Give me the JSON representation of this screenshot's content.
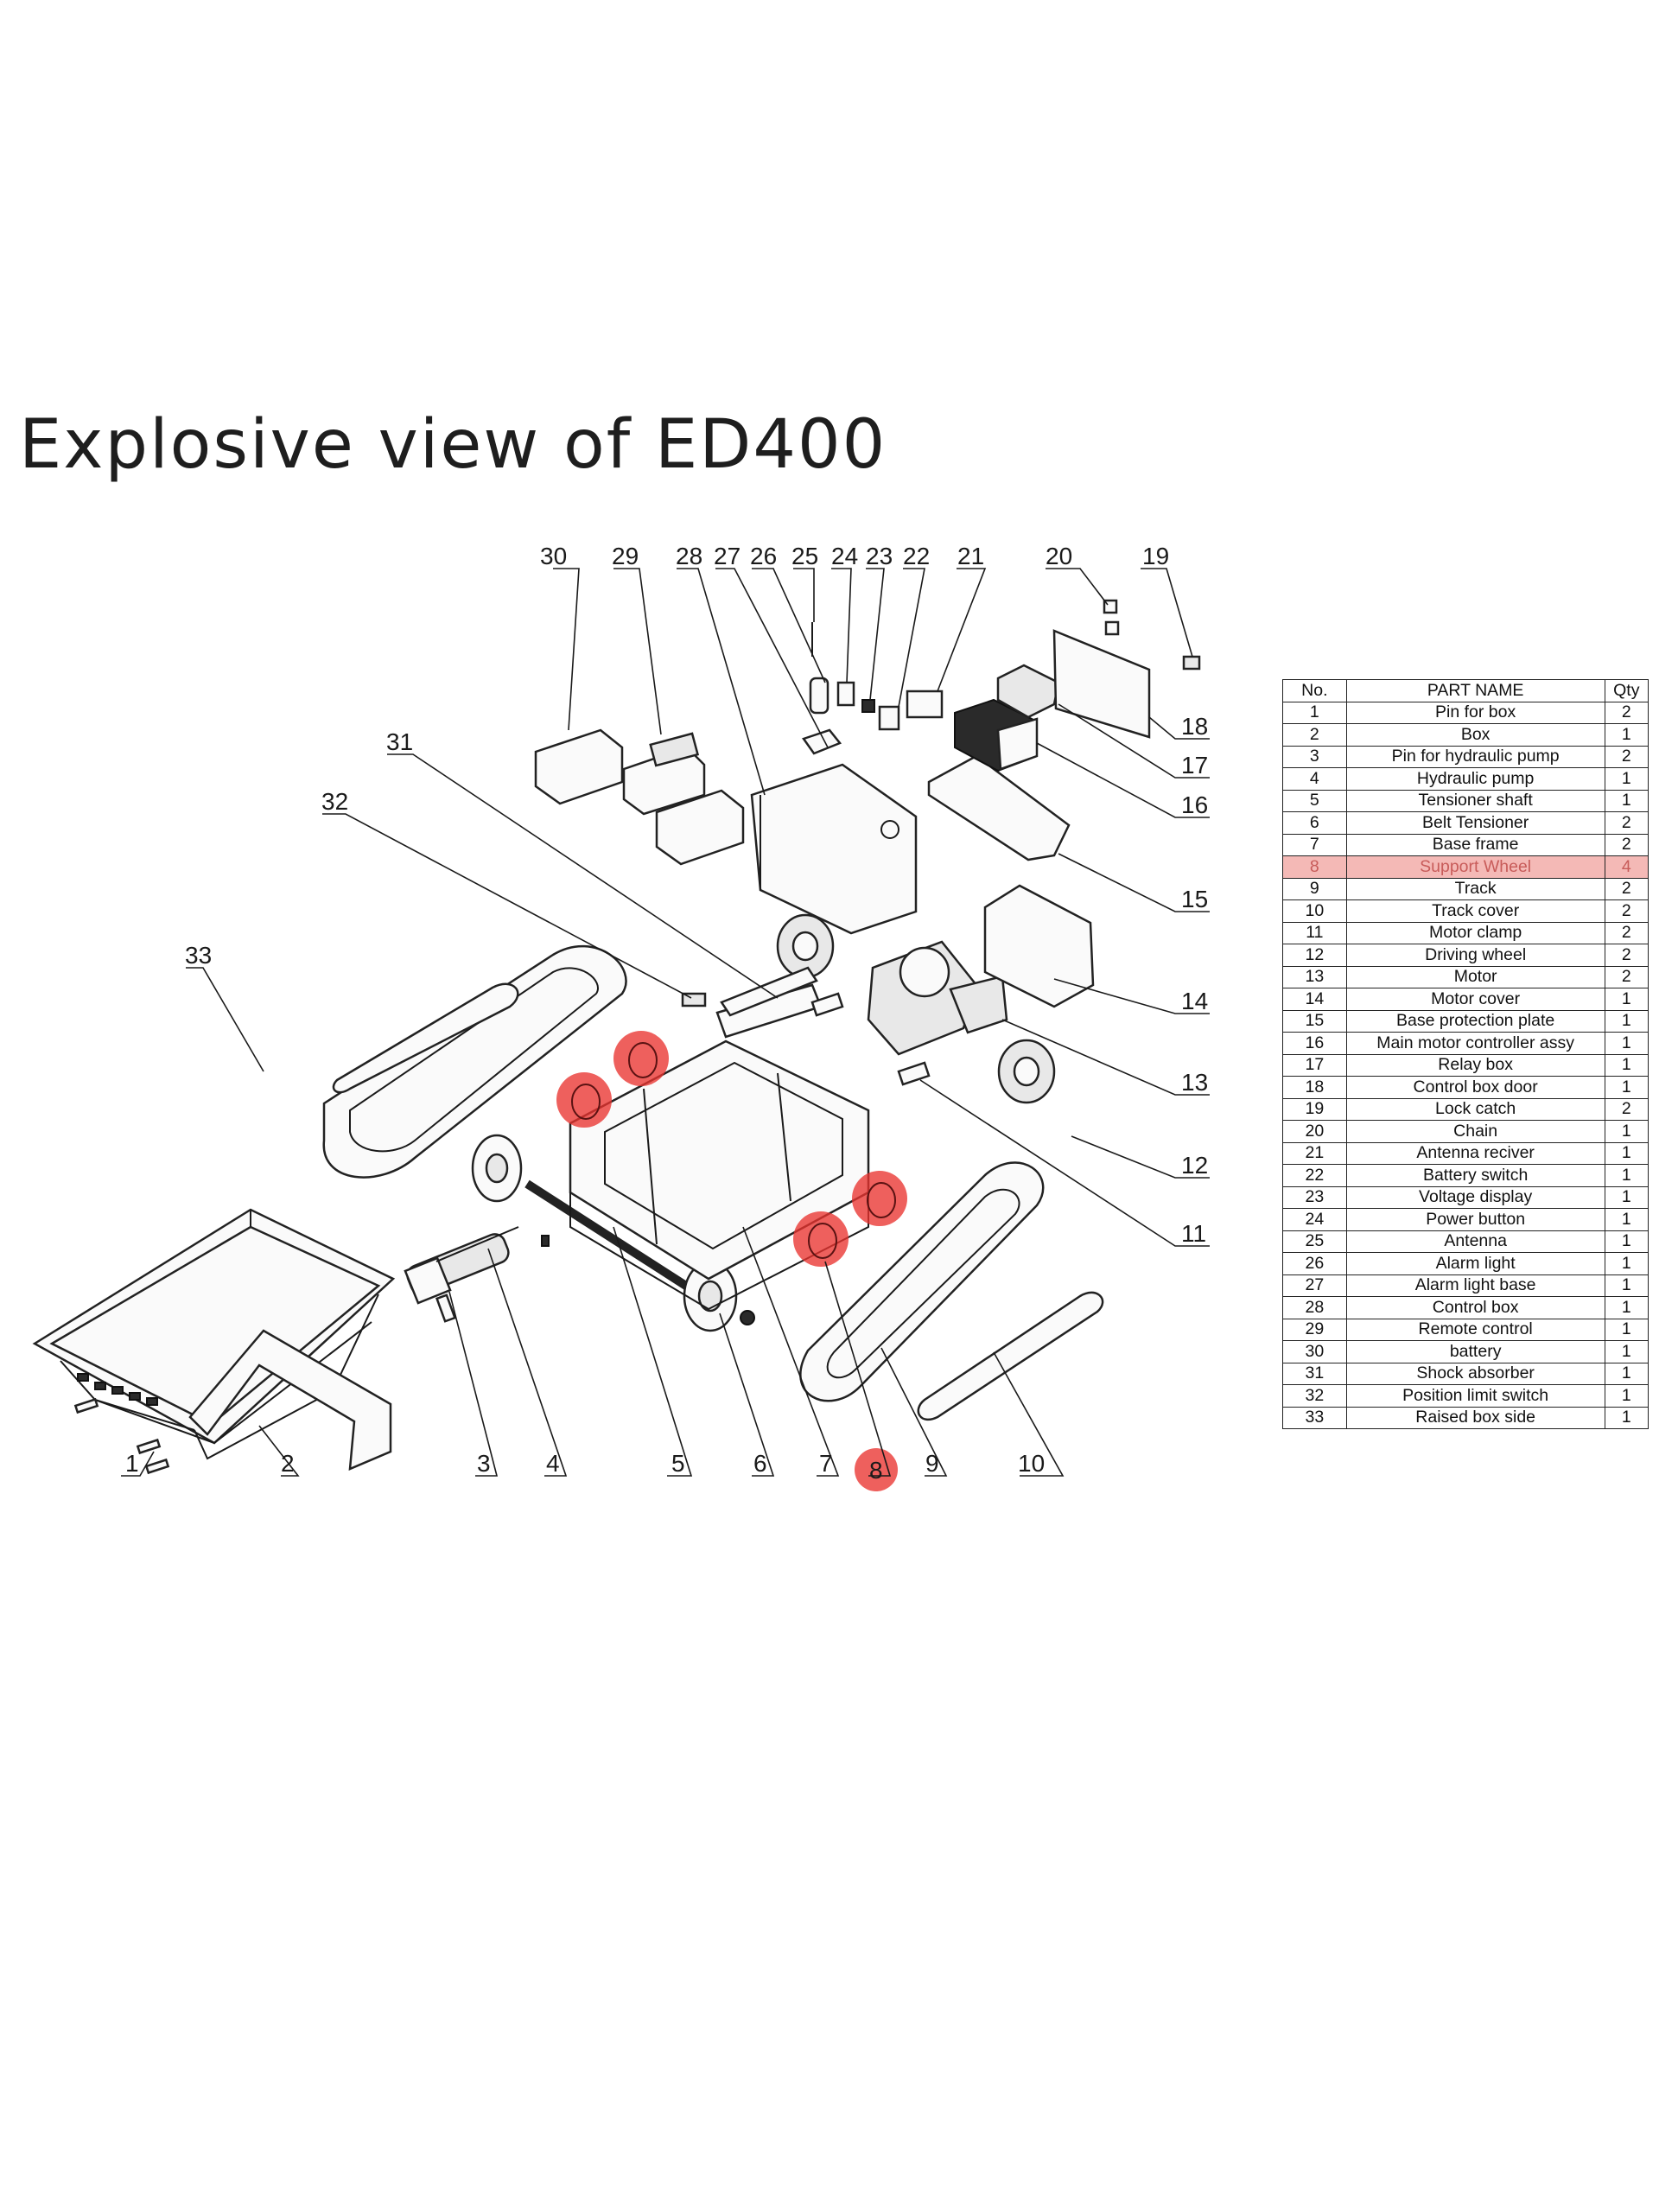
{
  "title": "Explosive view of ED400",
  "diagram": {
    "highlight_color": "#e9332f",
    "highlighted_part": "8",
    "callouts": [
      "1",
      "2",
      "3",
      "4",
      "5",
      "6",
      "7",
      "8",
      "9",
      "10",
      "11",
      "12",
      "13",
      "14",
      "15",
      "16",
      "17",
      "18",
      "19",
      "20",
      "21",
      "22",
      "23",
      "24",
      "25",
      "26",
      "27",
      "28",
      "29",
      "30",
      "31",
      "32",
      "33"
    ]
  },
  "parts_table": {
    "headers": [
      "No.",
      "PART NAME",
      "Qty"
    ],
    "highlight_row_color": "#f4b9b6",
    "rows": [
      {
        "no": "1",
        "name": "Pin for box",
        "qty": "2"
      },
      {
        "no": "2",
        "name": "Box",
        "qty": "1"
      },
      {
        "no": "3",
        "name": "Pin for hydraulic pump",
        "qty": "2"
      },
      {
        "no": "4",
        "name": "Hydraulic pump",
        "qty": "1"
      },
      {
        "no": "5",
        "name": "Tensioner shaft",
        "qty": "1"
      },
      {
        "no": "6",
        "name": "Belt Tensioner",
        "qty": "2"
      },
      {
        "no": "7",
        "name": "Base frame",
        "qty": "2"
      },
      {
        "no": "8",
        "name": "Support Wheel",
        "qty": "4",
        "highlighted": true
      },
      {
        "no": "9",
        "name": "Track",
        "qty": "2"
      },
      {
        "no": "10",
        "name": "Track cover",
        "qty": "2"
      },
      {
        "no": "11",
        "name": "Motor clamp",
        "qty": "2"
      },
      {
        "no": "12",
        "name": "Driving wheel",
        "qty": "2"
      },
      {
        "no": "13",
        "name": "Motor",
        "qty": "2"
      },
      {
        "no": "14",
        "name": "Motor cover",
        "qty": "1"
      },
      {
        "no": "15",
        "name": "Base protection plate",
        "qty": "1"
      },
      {
        "no": "16",
        "name": "Main motor controller assy",
        "qty": "1"
      },
      {
        "no": "17",
        "name": "Relay box",
        "qty": "1"
      },
      {
        "no": "18",
        "name": "Control box door",
        "qty": "1"
      },
      {
        "no": "19",
        "name": "Lock catch",
        "qty": "2"
      },
      {
        "no": "20",
        "name": "Chain",
        "qty": "1"
      },
      {
        "no": "21",
        "name": "Antenna reciver",
        "qty": "1"
      },
      {
        "no": "22",
        "name": "Battery switch",
        "qty": "1"
      },
      {
        "no": "23",
        "name": "Voltage display",
        "qty": "1"
      },
      {
        "no": "24",
        "name": "Power  button",
        "qty": "1"
      },
      {
        "no": "25",
        "name": "Antenna",
        "qty": "1"
      },
      {
        "no": "26",
        "name": "Alarm light",
        "qty": "1"
      },
      {
        "no": "27",
        "name": "Alarm light base",
        "qty": "1"
      },
      {
        "no": "28",
        "name": "Control box",
        "qty": "1"
      },
      {
        "no": "29",
        "name": "Remote control",
        "qty": "1"
      },
      {
        "no": "30",
        "name": "battery",
        "qty": "1"
      },
      {
        "no": "31",
        "name": "Shock absorber",
        "qty": "1"
      },
      {
        "no": "32",
        "name": "Position limit switch",
        "qty": "1"
      },
      {
        "no": "33",
        "name": "Raised box side",
        "qty": "1"
      }
    ]
  }
}
